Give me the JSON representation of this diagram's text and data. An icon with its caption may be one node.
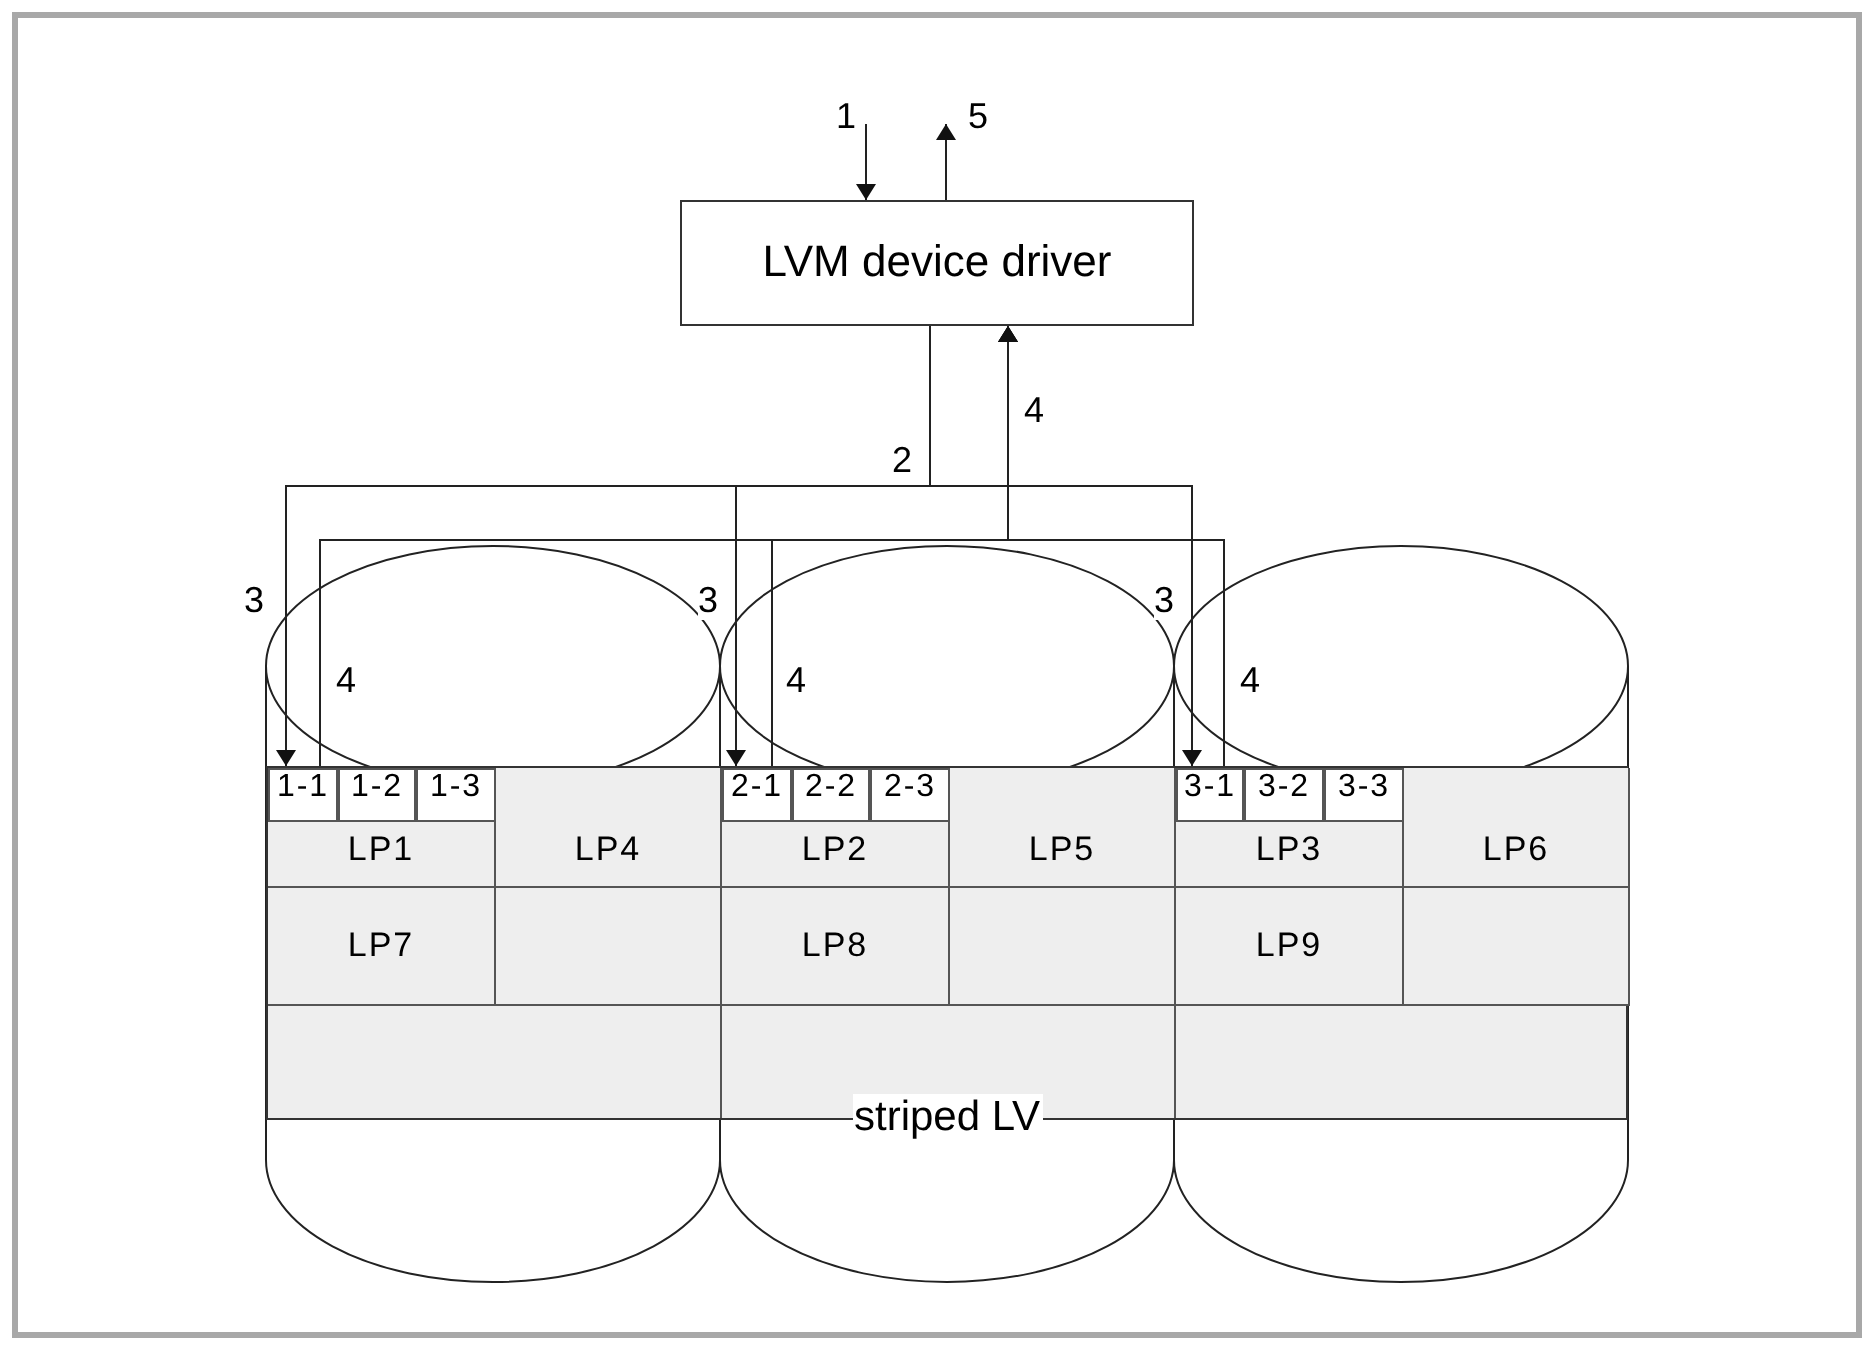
{
  "diagram": {
    "nodes": [
      {
        "text": [
          "LVM device driver"
        ]
      },
      {
        "text": [
          "striped LV"
        ]
      },
      {
        "text": [
          "LP1"
        ],
        "in": 1
      },
      {
        "text": [
          "1-1"
        ],
        "in": 2
      },
      {
        "text": [
          "1-2"
        ],
        "in": 2
      },
      {
        "text": [
          "1-3"
        ],
        "in": 2
      },
      {
        "text": [
          "LP4"
        ],
        "in": 1
      },
      {
        "text": [
          "LP2"
        ],
        "in": 1
      },
      {
        "text": [
          "2-1"
        ],
        "in": 7
      },
      {
        "text": [
          "2-2"
        ],
        "in": 7
      },
      {
        "text": [
          "2-3"
        ],
        "in": 7
      },
      {
        "text": [
          "LP5"
        ],
        "in": 1
      },
      {
        "text": [
          "LP3"
        ],
        "in": 1
      },
      {
        "text": [
          "3-1"
        ],
        "in": 12
      },
      {
        "text": [
          "3-2"
        ],
        "in": 12
      },
      {
        "text": [
          "3-3"
        ],
        "in": 12
      },
      {
        "text": [
          "LP6"
        ],
        "in": 1
      },
      {
        "text": [
          "LP7"
        ],
        "in": 1
      },
      {
        "text": [],
        "shape": "box",
        "in": 1
      },
      {
        "text": [
          "LP8"
        ],
        "in": 1
      },
      {
        "text": [],
        "shape": "box",
        "in": 1
      },
      {
        "text": [
          "LP9"
        ],
        "in": 1
      },
      {
        "text": [],
        "shape": "box",
        "in": 1
      }
    ],
    "edges": [
      {
        "from": null,
        "to": 0,
        "arrow": "to",
        "label": "1"
      },
      {
        "from": 0,
        "to": null,
        "arrow": "to",
        "label": "5"
      },
      {
        "from": 0,
        "to": 3,
        "arrow": "to",
        "label": "3"
      },
      {
        "from": 0,
        "to": 8,
        "arrow": "to",
        "label": "3"
      },
      {
        "from": 0,
        "to": 13,
        "arrow": "to",
        "label": "3"
      },
      {
        "from": 3,
        "to": 0,
        "arrow": "to",
        "label": "4"
      },
      {
        "from": 8,
        "to": 0,
        "arrow": "to",
        "label": "4"
      },
      {
        "from": 13,
        "to": 0,
        "arrow": "to",
        "label": "4"
      }
    ],
    "labels": [
      "2",
      "4"
    ]
  }
}
